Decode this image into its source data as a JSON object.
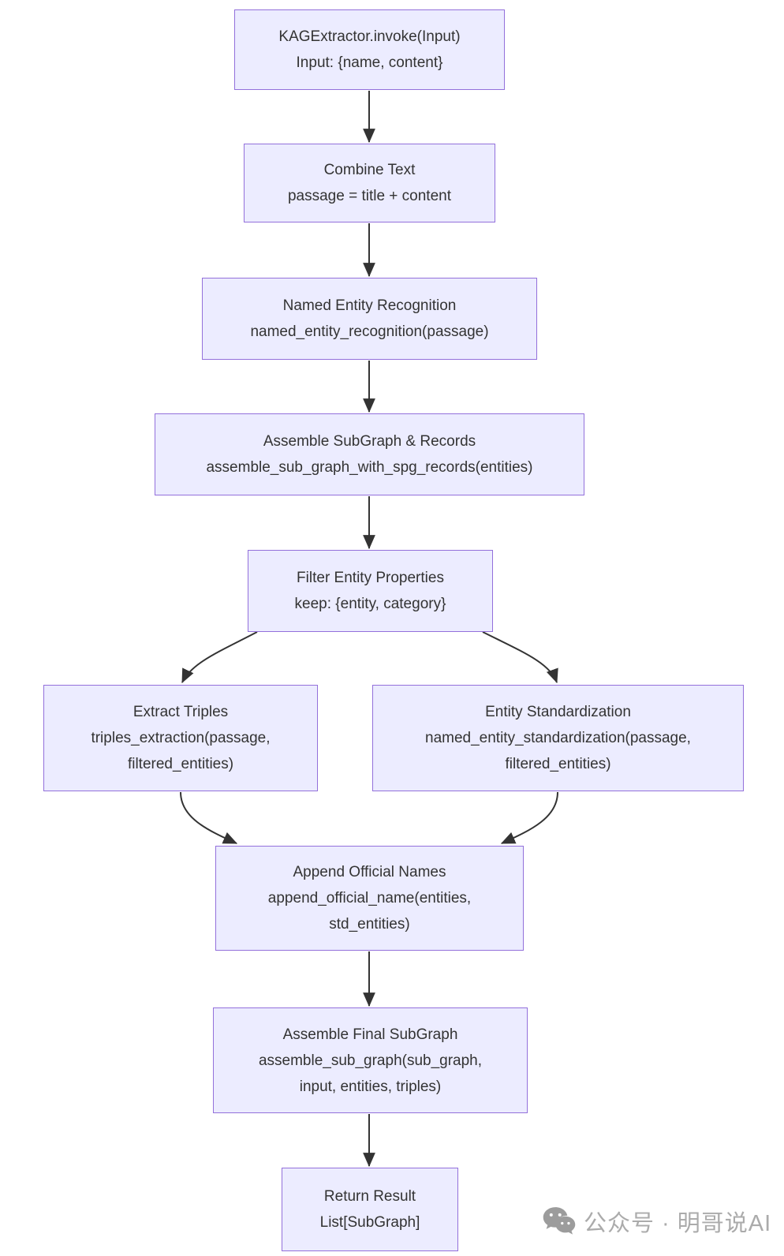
{
  "diagram": {
    "type": "flowchart",
    "direction": "top-down",
    "colors": {
      "background": "#FFFFFF",
      "node_fill": "#ECECFF",
      "node_border": "#9370DB",
      "text": "#333333",
      "arrow": "#333333",
      "watermark": "#ABABAB"
    },
    "nodes": [
      {
        "id": "invoke",
        "lines": [
          "KAGExtractor.invoke(Input)",
          "Input: {name, content}"
        ]
      },
      {
        "id": "combine_text",
        "lines": [
          "Combine Text",
          "passage = title + content"
        ]
      },
      {
        "id": "named_entity_recognition",
        "lines": [
          "Named Entity Recognition",
          "named_entity_recognition(passage)"
        ]
      },
      {
        "id": "assemble_subgraph_records",
        "lines": [
          "Assemble SubGraph & Records",
          "assemble_sub_graph_with_spg_records(entities)"
        ]
      },
      {
        "id": "filter_entity_properties",
        "lines": [
          "Filter Entity Properties",
          "keep: {entity, category}"
        ]
      },
      {
        "id": "extract_triples",
        "lines": [
          "Extract Triples",
          "triples_extraction(passage,",
          "filtered_entities)"
        ]
      },
      {
        "id": "entity_standardization",
        "lines": [
          "Entity Standardization",
          "named_entity_standardization(passage,",
          "filtered_entities)"
        ]
      },
      {
        "id": "append_official_names",
        "lines": [
          "Append Official Names",
          "append_official_name(entities,",
          "std_entities)"
        ]
      },
      {
        "id": "assemble_final_subgraph",
        "lines": [
          "Assemble Final SubGraph",
          "assemble_sub_graph(sub_graph,",
          "input, entities, triples)"
        ]
      },
      {
        "id": "return_result",
        "lines": [
          "Return Result",
          "List[SubGraph]"
        ]
      }
    ],
    "edges": [
      {
        "from": "invoke",
        "to": "combine_text"
      },
      {
        "from": "combine_text",
        "to": "named_entity_recognition"
      },
      {
        "from": "named_entity_recognition",
        "to": "assemble_subgraph_records"
      },
      {
        "from": "assemble_subgraph_records",
        "to": "filter_entity_properties"
      },
      {
        "from": "filter_entity_properties",
        "to": "extract_triples"
      },
      {
        "from": "filter_entity_properties",
        "to": "entity_standardization"
      },
      {
        "from": "extract_triples",
        "to": "append_official_names"
      },
      {
        "from": "entity_standardization",
        "to": "append_official_names"
      },
      {
        "from": "append_official_names",
        "to": "assemble_final_subgraph"
      },
      {
        "from": "assemble_final_subgraph",
        "to": "return_result"
      }
    ]
  },
  "watermark": {
    "icon": "wechat-icon",
    "text": "公众号 · 明哥说AI"
  }
}
